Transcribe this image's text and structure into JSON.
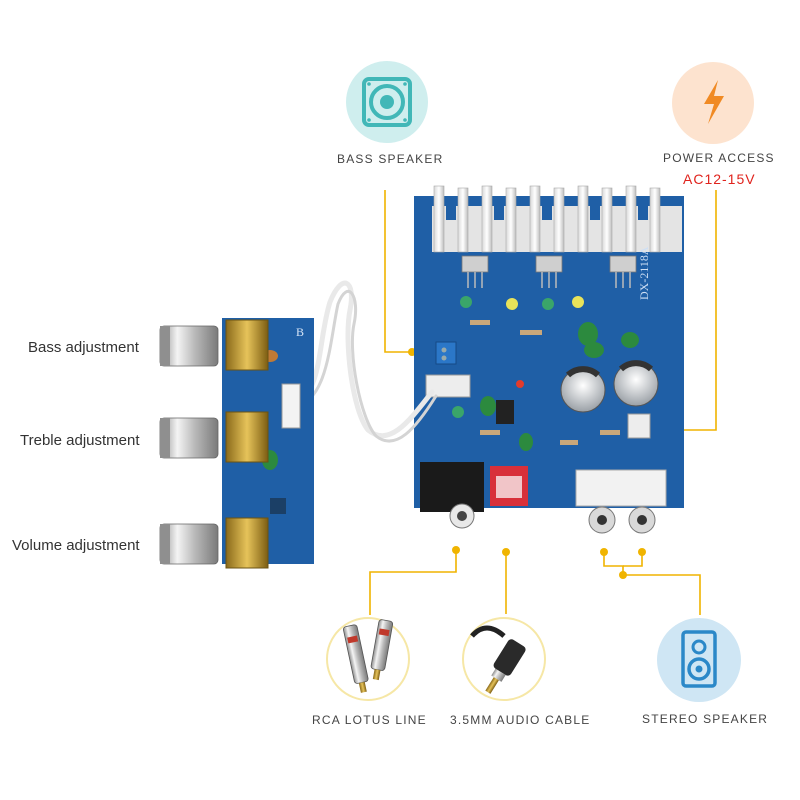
{
  "labels": {
    "bass_speaker": "BASS SPEAKER",
    "power_access": "POWER ACCESS",
    "power_voltage": "AC12-15V",
    "bass_adjustment": "Bass adjustment",
    "treble_adjustment": "Treble adjustment",
    "volume_adjustment": "Volume adjustment",
    "rca_lotus_line": "RCA LOTUS LINE",
    "audio_cable": "3.5MM AUDIO CABLE",
    "stereo_speaker": "STEREO SPEAKER"
  },
  "board": {
    "model": "DX-2118A",
    "control_board_mark": "B"
  },
  "colors": {
    "accent_line": "#f0b400",
    "board_blue": "#1f5fa6",
    "voltage_red": "#e0231d",
    "teal_icon": "#41b7b7",
    "orange_icon": "#f08a24",
    "blue_icon": "#2b88c8"
  },
  "icons": {
    "bass_speaker": "speaker-icon",
    "power": "lightning-bolt-icon",
    "stereo": "stereo-speaker-icon",
    "rca": "rca-plug-icon",
    "jack": "audio-jack-icon"
  }
}
